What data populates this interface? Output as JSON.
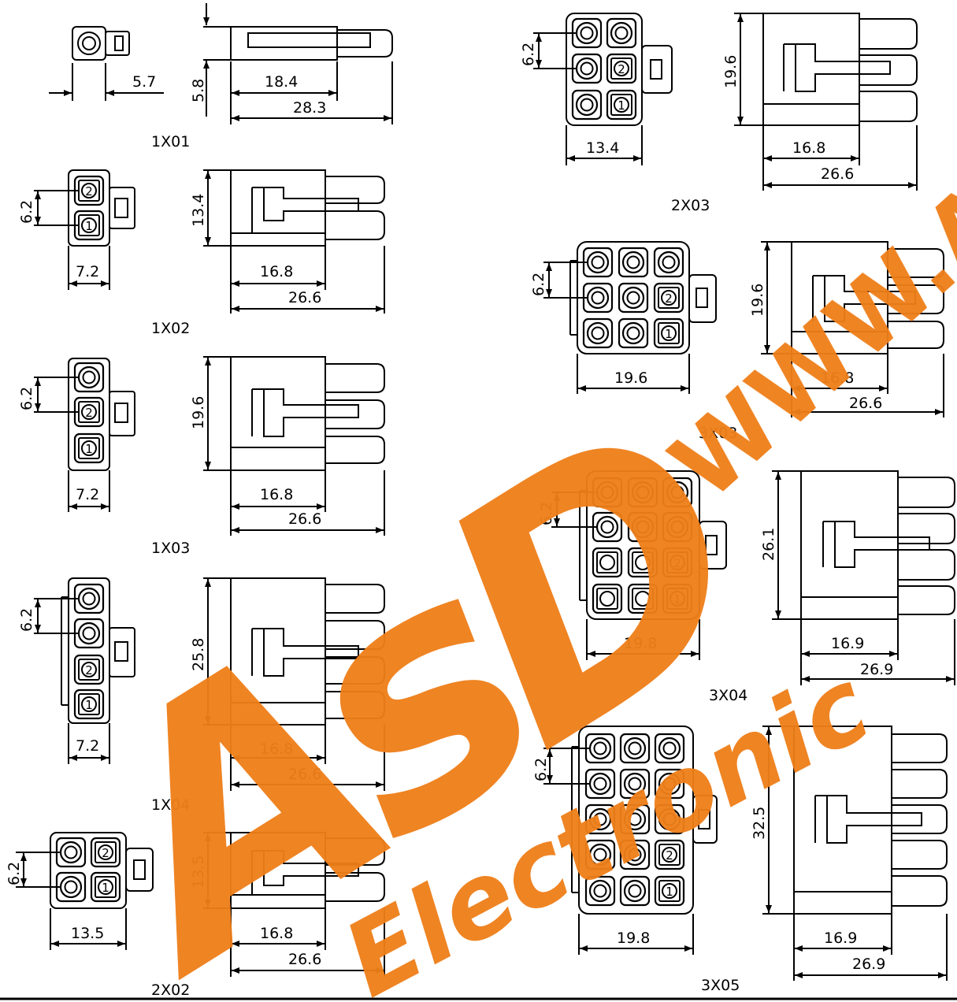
{
  "watermark": {
    "url_text": "WWW.A",
    "logo_text": "AsD",
    "sub_text": "Electronic",
    "color": "#ef7f1a"
  },
  "parts": {
    "p1x01": {
      "label": "1X01",
      "width": "5.7",
      "height": "5.8",
      "d1": "18.4",
      "d2": "28.3"
    },
    "p1x02": {
      "label": "1X02",
      "pitch": "6.2",
      "width": "7.2",
      "height": "13.4",
      "d1": "16.8",
      "d2": "26.6"
    },
    "p1x03": {
      "label": "1X03",
      "pitch": "6.2",
      "width": "7.2",
      "height": "19.6",
      "d1": "16.8",
      "d2": "26.6"
    },
    "p1x04": {
      "label": "1X04",
      "pitch": "6.2",
      "width": "7.2",
      "height": "25.8",
      "d1": "16.8",
      "d2": "26.6"
    },
    "p2x02": {
      "label": "2X02",
      "pitch": "6.2",
      "width": "13.5",
      "height": "13.5",
      "d1": "16.8",
      "d2": "26.6"
    },
    "p2x03": {
      "label": "2X03",
      "pitch": "6.2",
      "width": "13.4",
      "height": "19.6",
      "d1": "16.8",
      "d2": "26.6"
    },
    "p3x03": {
      "label": "3X03",
      "pitch": "6.2",
      "width": "19.6",
      "height": "19.6",
      "d1": "16.8",
      "d2": "26.6"
    },
    "p3x04": {
      "label": "3X04",
      "pitch": "6.2",
      "width": "19.8",
      "height": "26.1",
      "d1": "16.9",
      "d2": "26.9"
    },
    "p3x05": {
      "label": "3X05",
      "pitch": "6.2",
      "width": "19.8",
      "height": "32.5",
      "d1": "16.9",
      "d2": "26.9"
    }
  },
  "pin_marks": {
    "one": "1",
    "two": "2"
  }
}
